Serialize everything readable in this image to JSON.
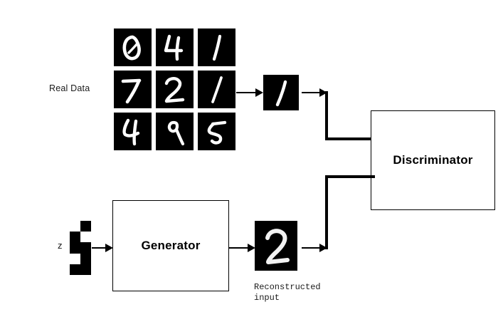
{
  "diagram": {
    "title": "GAN architecture diagram",
    "background": "#ffffff",
    "stroke_color": "#000000"
  },
  "labels": {
    "real_data": "Real Data",
    "noise_symbol": "z",
    "reconstructed_caption": "Reconstructed\ninput"
  },
  "modules": [
    {
      "id": "generator",
      "label": "Generator"
    },
    {
      "id": "discriminator",
      "label": "Discriminator"
    }
  ],
  "real_data_grid": {
    "rows": 3,
    "cols": 3,
    "digits": [
      {
        "value": "0",
        "row": 1,
        "col": 1
      },
      {
        "value": "4",
        "row": 1,
        "col": 2
      },
      {
        "value": "1",
        "row": 1,
        "col": 3
      },
      {
        "value": "7",
        "row": 2,
        "col": 1
      },
      {
        "value": "2",
        "row": 2,
        "col": 2
      },
      {
        "value": "1",
        "row": 2,
        "col": 3
      },
      {
        "value": "4",
        "row": 3,
        "col": 1
      },
      {
        "value": "9",
        "row": 3,
        "col": 2
      },
      {
        "value": "5",
        "row": 3,
        "col": 3
      }
    ]
  },
  "sampled_real": {
    "value": "1",
    "role": "sampled real input"
  },
  "generated_sample": {
    "value": "2",
    "role": "reconstructed input"
  },
  "noise_vector": {
    "cols": 2,
    "rows": 5,
    "cells": [
      [
        1,
        0
      ],
      [
        0,
        1
      ],
      [
        0,
        0
      ],
      [
        1,
        0
      ],
      [
        0,
        0
      ]
    ]
  },
  "flow": [
    {
      "from": "real-data-grid",
      "to": "sampled-real-tile"
    },
    {
      "from": "sampled-real-tile",
      "to": "discriminator"
    },
    {
      "from": "noise-vector",
      "to": "generator"
    },
    {
      "from": "generator",
      "to": "generated-tile"
    },
    {
      "from": "generated-tile",
      "to": "discriminator"
    }
  ]
}
